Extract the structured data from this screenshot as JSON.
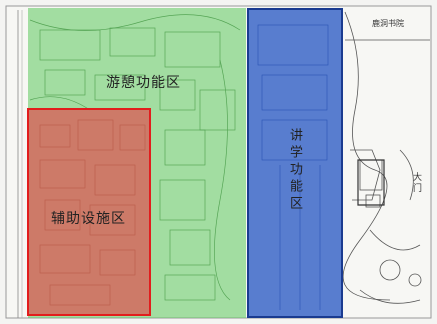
{
  "zones": {
    "leisure": {
      "label": "游憩功能区",
      "color": "#5cc85c"
    },
    "teaching": {
      "label": "讲学功能区",
      "color": "#2c5bc4"
    },
    "auxiliary": {
      "label": "辅助设施区",
      "color": "#e05050"
    }
  },
  "map_notes": {
    "top_right": "鹿洞书院",
    "gate": "大门"
  }
}
